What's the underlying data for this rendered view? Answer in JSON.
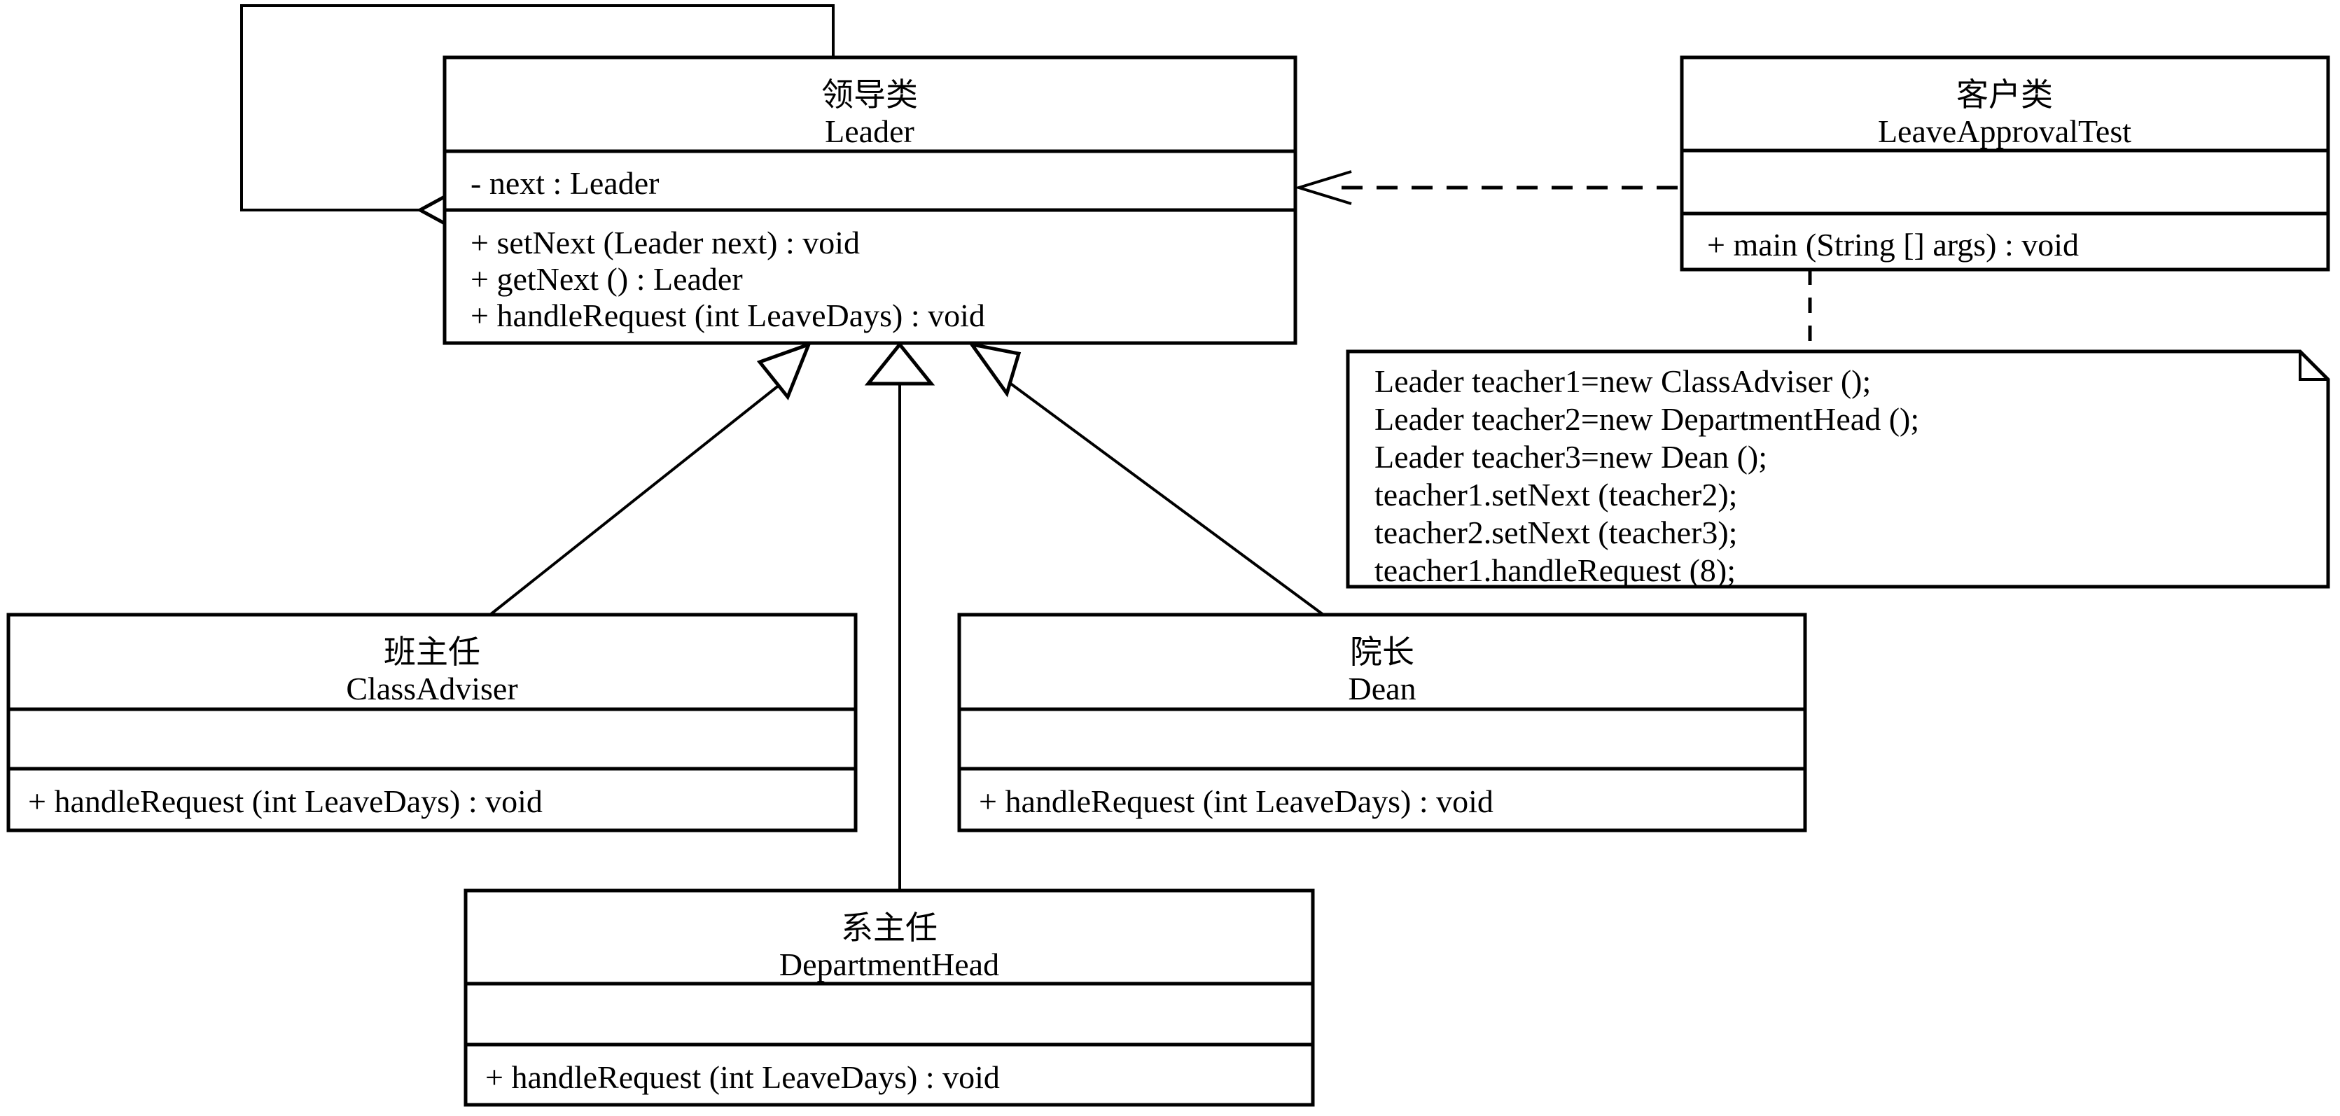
{
  "diagram": {
    "title": "Chain of Responsibility UML Class Diagram",
    "stroke_color": "#000000",
    "background_color": "#ffffff",
    "classes": {
      "leader": {
        "stereotype_cn": "领导类",
        "name": "Leader",
        "attributes": [
          "- next : Leader"
        ],
        "operations": [
          "+ setNext (Leader next) : void",
          "+ getNext () : Leader",
          "+ handleRequest (int LeaveDays) : void"
        ]
      },
      "client": {
        "stereotype_cn": "客户类",
        "name": "LeaveApprovalTest",
        "attributes": [],
        "operations": [
          "+ main (String [] args) : void"
        ]
      },
      "class_adviser": {
        "stereotype_cn": "班主任",
        "name": "ClassAdviser",
        "attributes": [],
        "operations": [
          "+ handleRequest (int LeaveDays) : void"
        ]
      },
      "dean": {
        "stereotype_cn": "院长",
        "name": "Dean",
        "attributes": [],
        "operations": [
          "+ handleRequest (int LeaveDays) : void"
        ]
      },
      "department_head": {
        "stereotype_cn": "系主任",
        "name": "DepartmentHead",
        "attributes": [],
        "operations": [
          "+ handleRequest (int LeaveDays) : void"
        ]
      }
    },
    "note": {
      "lines": [
        "Leader teacher1=new ClassAdviser ();",
        "Leader teacher2=new DepartmentHead ();",
        "Leader teacher3=new Dean ();",
        "teacher1.setNext (teacher2);",
        "teacher2.setNext (teacher3);",
        "teacher1.handleRequest (8);"
      ]
    },
    "relationships": [
      {
        "kind": "aggregation",
        "from": "Leader",
        "to": "Leader",
        "marker": "hollow-diamond"
      },
      {
        "kind": "dependency",
        "from": "LeaveApprovalTest",
        "to": "Leader",
        "marker": "open-arrow",
        "line": "dashed"
      },
      {
        "kind": "generalization",
        "from": "ClassAdviser",
        "to": "Leader",
        "marker": "hollow-triangle"
      },
      {
        "kind": "generalization",
        "from": "DepartmentHead",
        "to": "Leader",
        "marker": "hollow-triangle"
      },
      {
        "kind": "generalization",
        "from": "Dean",
        "to": "Leader",
        "marker": "hollow-triangle"
      },
      {
        "kind": "note-anchor",
        "from": "note",
        "to": "LeaveApprovalTest",
        "line": "dashed"
      }
    ]
  }
}
